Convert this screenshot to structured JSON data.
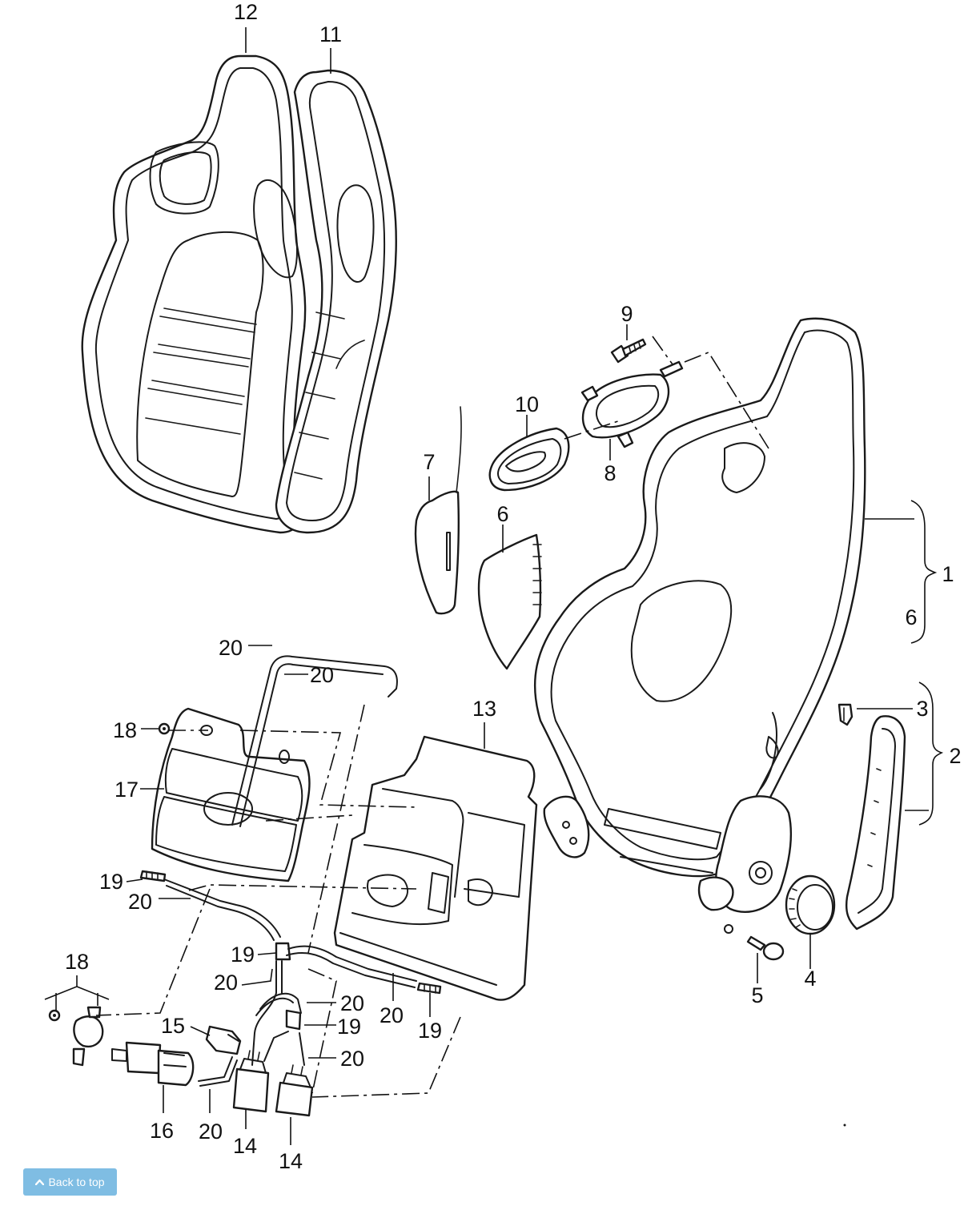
{
  "diagram": {
    "callouts": {
      "c1": "1",
      "c2": "2",
      "c3": "3",
      "c4": "4",
      "c5": "5",
      "c6": "6",
      "c6b": "6",
      "c7": "7",
      "c8": "8",
      "c9": "9",
      "c10": "10",
      "c11": "11",
      "c12": "12",
      "c13": "13",
      "c14a": "14",
      "c14b": "14",
      "c15": "15",
      "c16": "16",
      "c17": "17",
      "c18a": "18",
      "c18b": "18",
      "c19a": "19",
      "c19b": "19",
      "c19c": "19",
      "c19d": "19",
      "c20a": "20",
      "c20b": "20",
      "c20c": "20",
      "c20d": "20",
      "c20e": "20",
      "c20f": "20",
      "c20g": "20",
      "c20h": "20"
    }
  },
  "back_to_top": {
    "label": "Back to top",
    "icon": "chevron-up-icon"
  }
}
